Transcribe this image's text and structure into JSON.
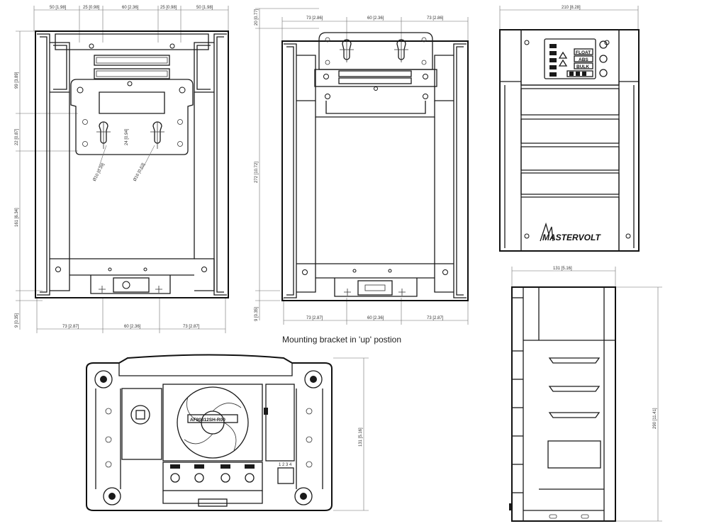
{
  "caption": "Mounting bracket in 'up' postion",
  "brand": "MASTERVOLT",
  "fan_label": "AF80812SH-R00",
  "dip_label": "1 2 3 4",
  "panel": {
    "float": "FLOAT",
    "abs": "ABS",
    "bulk": "BULK"
  },
  "dims_front_top": [
    "50 [1.98]",
    "25 [0.98]",
    "60 [2.36]",
    "25 [0.98]",
    "50 [1.98]"
  ],
  "dims_front_left": [
    "99 [3.89]",
    "22 [0.87]",
    "161 [6.34]",
    "9 [0.35]"
  ],
  "dims_front_bottom": [
    "73 [2.87]",
    "60 [2.36]",
    "73 [2.87]"
  ],
  "dims_front_inner": [
    "24 [0.94]",
    "Ø10 [0.39]",
    "Ø16 [0.63]"
  ],
  "dims_up_top": [
    "73 [2.86]",
    "60 [2.36]",
    "73 [2.86]"
  ],
  "dims_up_left": [
    "20 [0.77]",
    "272 [10.72]",
    "9 [0.35]"
  ],
  "dims_up_bottom": [
    "73 [2.87]",
    "60 [2.36]",
    "73 [2.87]"
  ],
  "dim_right_width": "210 [8.28]",
  "dim_side_width": "131 [5.16]",
  "dim_side_height": "290 [11.41]",
  "dim_bottom_height": "131 [5.16]",
  "colors": {
    "line": "#1a1a1a",
    "dimension": "#6f6f6f",
    "background": "#ffffff"
  }
}
